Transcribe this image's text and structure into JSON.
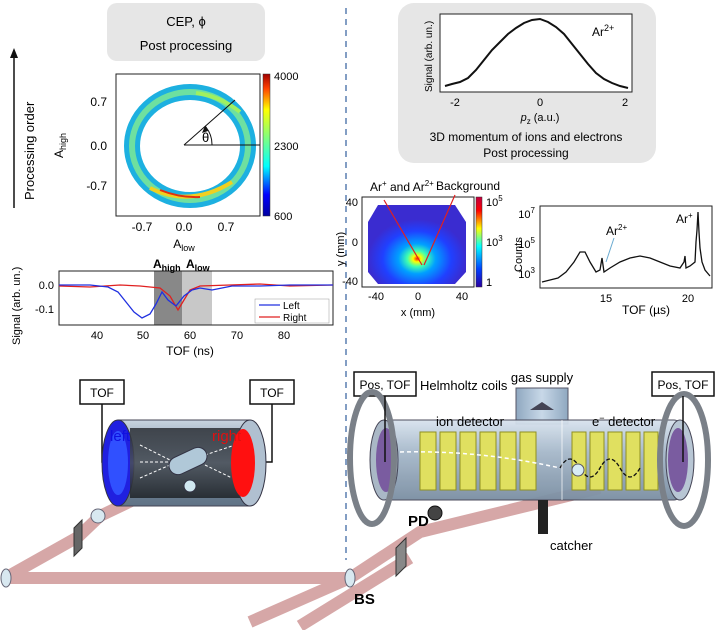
{
  "left_panel": {
    "cep_box": {
      "line1": "CEP, ϕ",
      "line2": "Post processing"
    },
    "processing_order": "Processing order",
    "ring_plot": {
      "y_axis_label": "A",
      "y_axis_sub": "high",
      "x_axis_label": "A",
      "x_axis_sub": "low",
      "theta": "θ",
      "y_ticks": [
        "0.7",
        "0.0",
        "-0.7"
      ],
      "x_ticks": [
        "-0.7",
        "0.0",
        "0.7"
      ],
      "colorbar_ticks": [
        "4000",
        "2300",
        "600"
      ]
    },
    "tof_trace": {
      "ylabel": "Signal (arb. un.)",
      "xlabel": "TOF (ns)",
      "y_ticks": [
        "0.0",
        "-0.1"
      ],
      "x_ticks": [
        "40",
        "50",
        "60",
        "70",
        "80"
      ],
      "a_high": "A",
      "a_high_sub": "high",
      "a_low": "A",
      "a_low_sub": "low",
      "legend": [
        "Left",
        "Right"
      ]
    },
    "setup": {
      "tof_left": "TOF",
      "tof_right": "TOF",
      "label_left": "left",
      "label_right": "right"
    }
  },
  "right_panel": {
    "momentum_box": {
      "ylabel": "Signal (arb. un.)",
      "xlabel_p": "p",
      "xlabel_sub": "z",
      "xlabel_unit": " (a.u.)",
      "x_ticks": [
        "-2",
        "0",
        "2"
      ],
      "series_label": "Ar",
      "series_sup": "2+",
      "caption1": "3D momentum of ions and electrons",
      "caption2": "Post processing"
    },
    "detector_image": {
      "label_ar": "Ar",
      "label_ar_sup1": "+",
      "label_and": " and Ar",
      "label_ar_sup2": "2+",
      "label_background": "Background",
      "ylabel": "y (mm)",
      "xlabel": "x (mm)",
      "y_ticks": [
        "40",
        "0",
        "-40"
      ],
      "x_ticks": [
        "-40",
        "0",
        "40"
      ],
      "colorbar_ticks": [
        "10",
        "10",
        "1"
      ],
      "colorbar_sups": [
        "5",
        "3",
        ""
      ]
    },
    "tof_spectrum": {
      "ylabel": "Counts",
      "xlabel": "TOF (µs)",
      "y_ticks": [
        "10",
        "10",
        "10"
      ],
      "y_sups": [
        "7",
        "5",
        "3"
      ],
      "x_ticks": [
        "15",
        "20"
      ],
      "peak1": "Ar",
      "peak1_sup": "2+",
      "peak2": "Ar",
      "peak2_sup": "+"
    },
    "setup": {
      "pos_tof_left": "Pos, TOF",
      "pos_tof_right": "Pos, TOF",
      "helmholtz": "Helmholtz coils",
      "gas_supply": "gas supply",
      "ion_detector": "ion detector",
      "e_detector": "e",
      "e_detector_sup": "−",
      "e_detector_rest": " detector",
      "pd": "PD",
      "catcher": "catcher",
      "bs": "BS"
    }
  }
}
